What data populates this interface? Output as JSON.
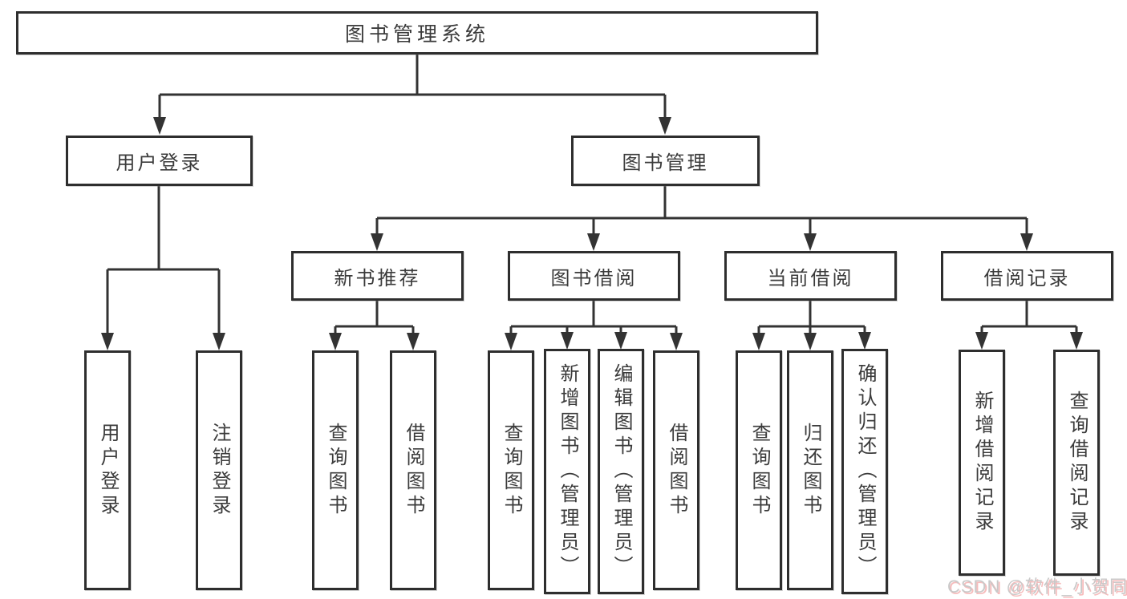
{
  "colors": {
    "canvas": "#ffffff",
    "line": "#333333",
    "border": "#2e2e2e",
    "text": "#3b3b3b",
    "watermark": "#c9c9c9",
    "watermark_shadow": "#f6bcbc"
  },
  "tree": {
    "root": {
      "label": "图书管理系统"
    },
    "branches": [
      {
        "label": "用户登录",
        "children": [
          {
            "label": "用户登录"
          },
          {
            "label": "注销登录"
          }
        ]
      },
      {
        "label": "图书管理",
        "sections": [
          {
            "label": "新书推荐",
            "children": [
              {
                "label": "查询图书"
              },
              {
                "label": "借阅图书"
              }
            ]
          },
          {
            "label": "图书借阅",
            "children": [
              {
                "label": "查询图书"
              },
              {
                "label": "新增图书（管理员）"
              },
              {
                "label": "编辑图书（管理员）"
              },
              {
                "label": "借阅图书"
              }
            ]
          },
          {
            "label": "当前借阅",
            "children": [
              {
                "label": "查询图书"
              },
              {
                "label": "归还图书"
              },
              {
                "label": "确认归还（管理员）"
              }
            ]
          },
          {
            "label": "借阅记录",
            "children": [
              {
                "label": "新增借阅记录"
              },
              {
                "label": "查询借阅记录"
              }
            ]
          }
        ]
      }
    ]
  },
  "watermark": {
    "text": "CSDN @软件_小贺同学"
  }
}
